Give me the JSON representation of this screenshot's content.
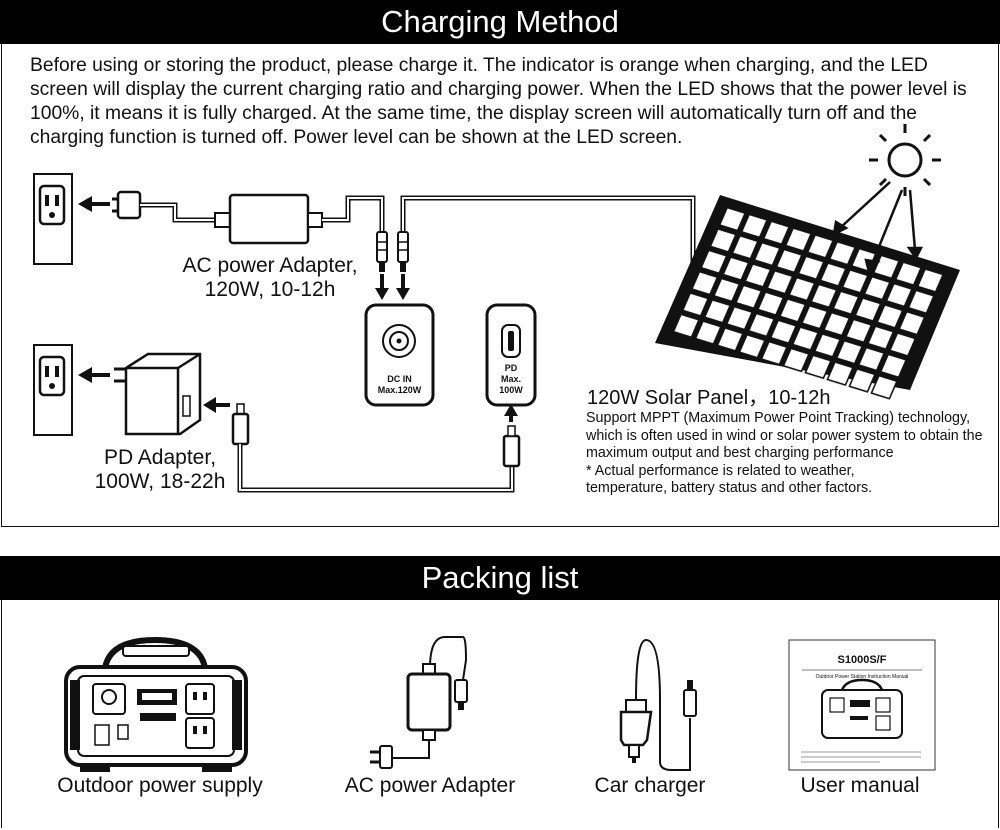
{
  "charging": {
    "title": "Charging Method",
    "intro": "Before using or storing the product, please charge it. The indicator is orange when charging, and the LED screen will display the current charging ratio and charging power. When the LED shows that the power level is 100%, it means it is fully charged. At the same time, the display screen will automatically turn off and the charging function is turned off. Power level can be shown at the LED screen.",
    "ac_adapter": {
      "line1": "AC power Adapter,",
      "line2": "120W, 10-12h"
    },
    "pd_adapter": {
      "line1": "PD Adapter,",
      "line2": "100W, 18-22h"
    },
    "dc_port": {
      "line1": "DC IN",
      "line2": "Max.120W"
    },
    "pd_port": {
      "line1": "PD",
      "line2": "Max.",
      "line3": "100W"
    },
    "solar": {
      "title": "120W Solar Panel，10-12h",
      "desc1": "Support MPPT (Maximum Power Point Tracking) technology,",
      "desc2": " which is often used in wind or solar power system to obtain the",
      "desc3": "maximum output and best charging performance",
      "desc4": "* Actual performance is related to weather,",
      "desc5": " temperature, battery status and other factors."
    }
  },
  "packing": {
    "title": "Packing list",
    "items": [
      {
        "label": "Outdoor power supply",
        "icon": "power-station-icon"
      },
      {
        "label": "AC power Adapter",
        "icon": "ac-adapter-icon"
      },
      {
        "label": "Car charger",
        "icon": "car-charger-icon"
      },
      {
        "label": "User manual",
        "icon": "manual-icon"
      }
    ],
    "manual_model": "S1000S/F",
    "manual_subtitle": "Outdoor Power Station Instruction Manual"
  }
}
